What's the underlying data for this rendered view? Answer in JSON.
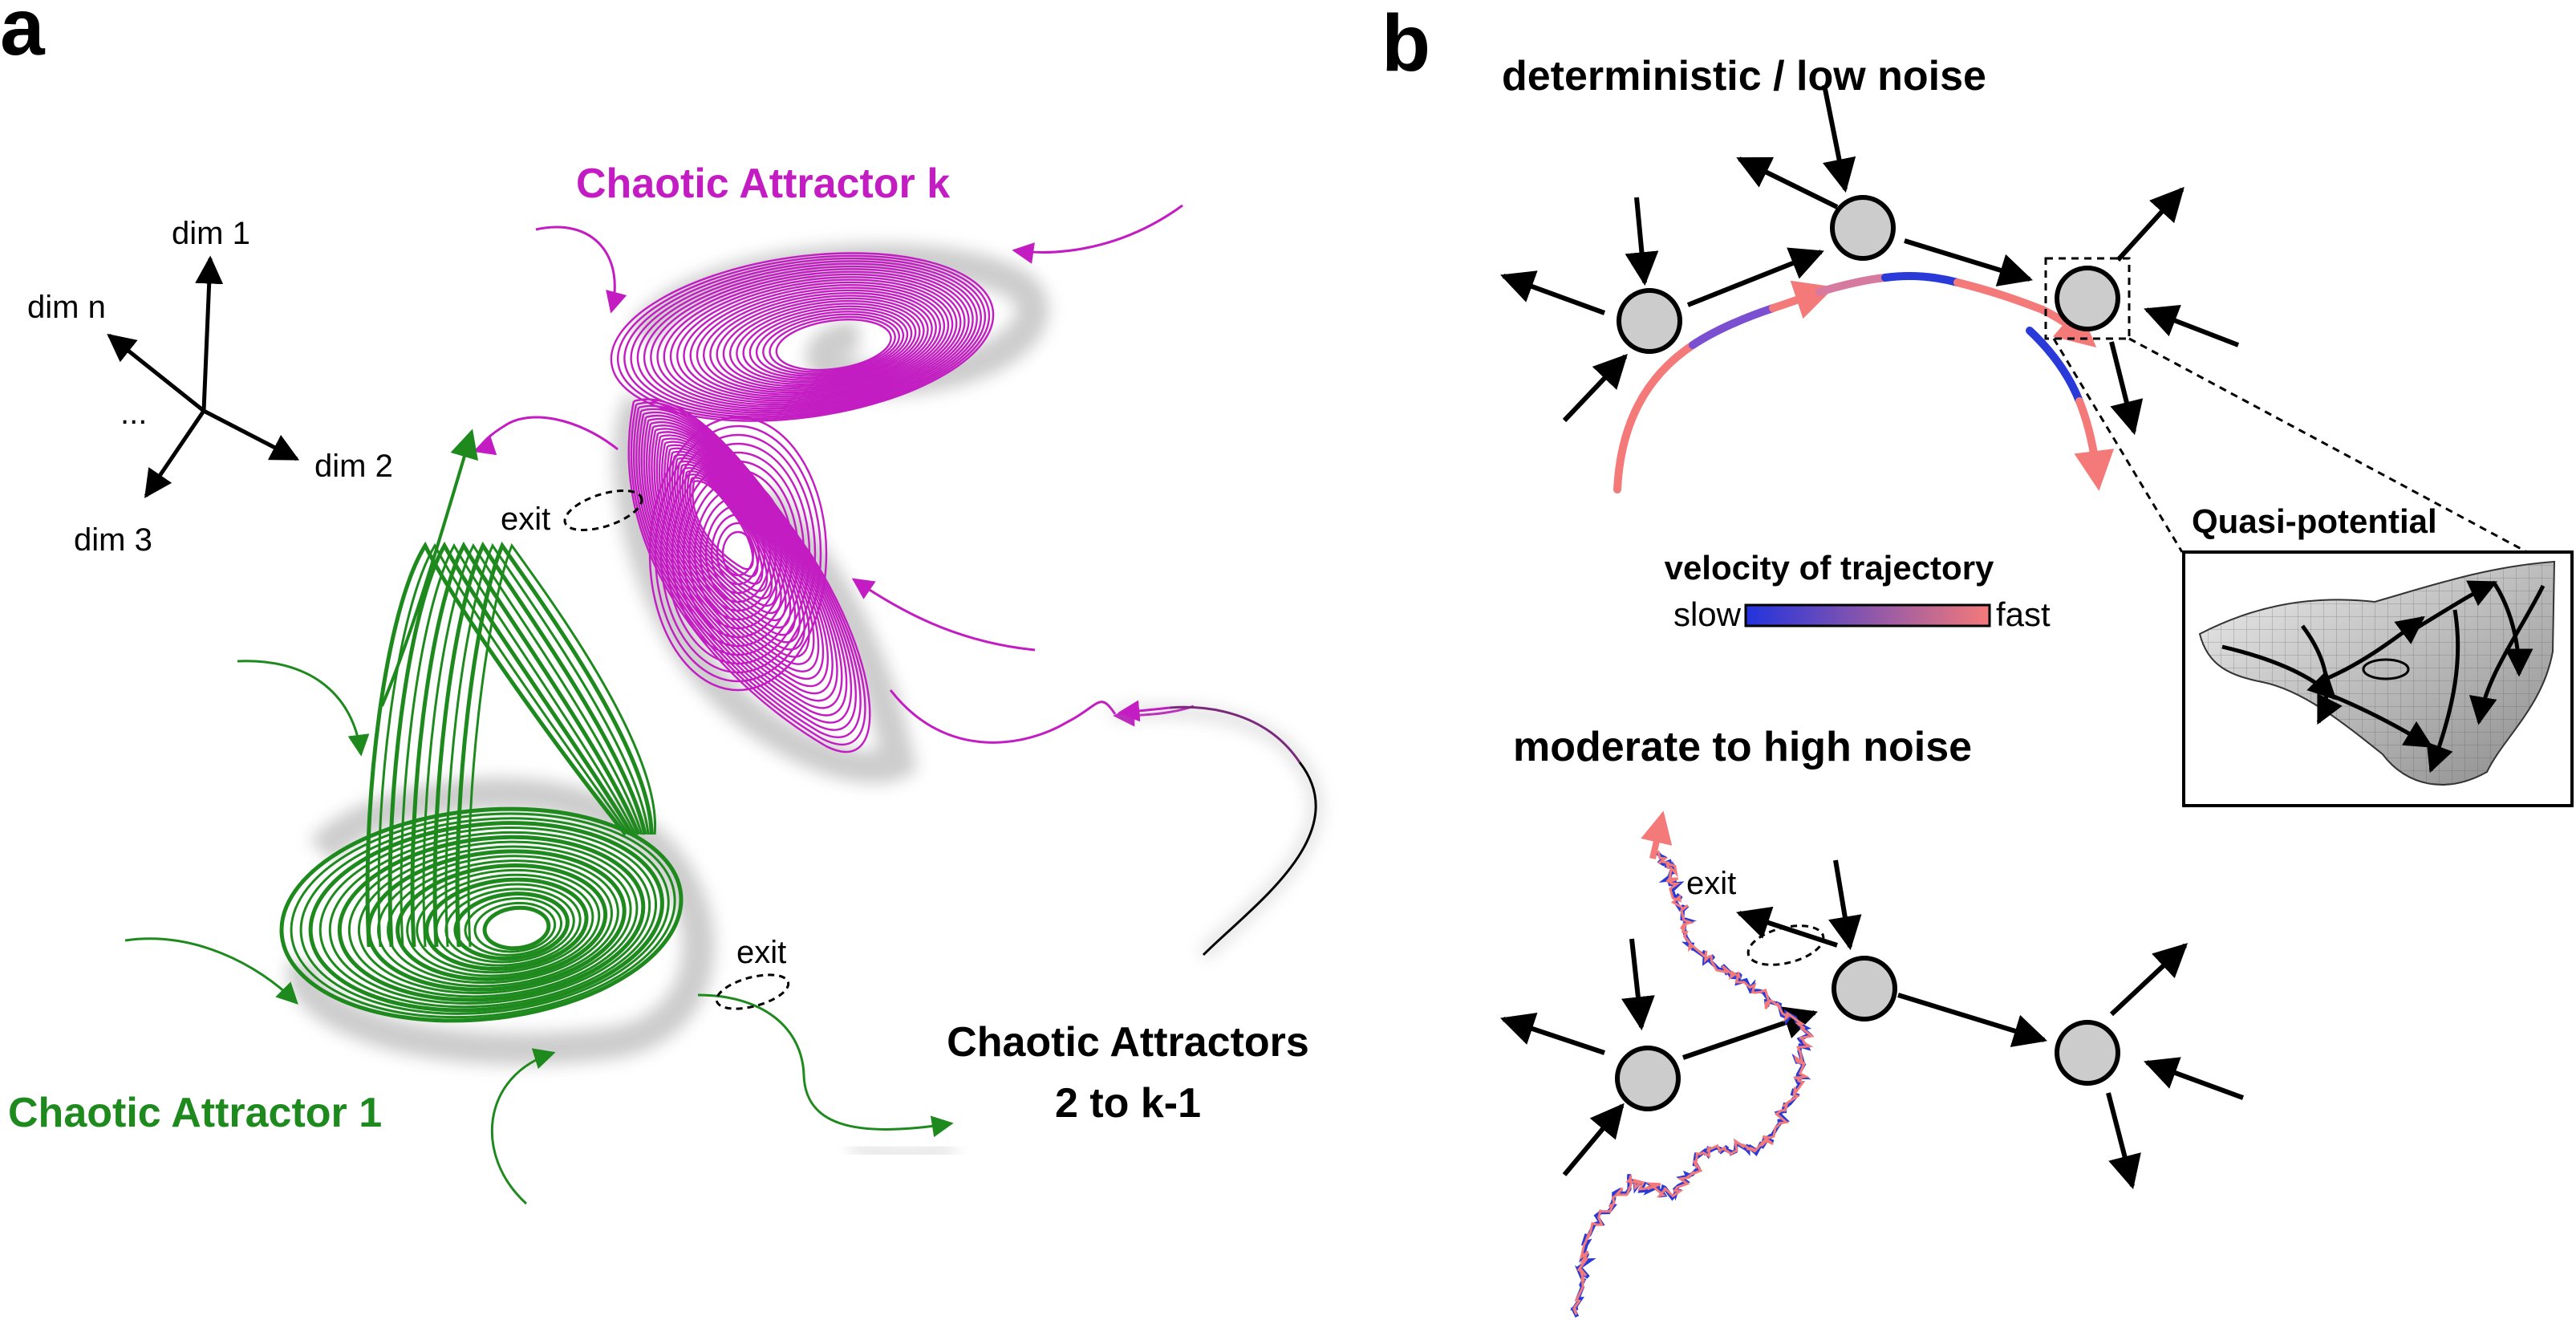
{
  "panels": {
    "a": "a",
    "b": "b"
  },
  "axes": {
    "dim1": "dim 1",
    "dimn": "dim n",
    "dots": "...",
    "dim2": "dim 2",
    "dim3": "dim 3"
  },
  "attractors": {
    "k": "Chaotic Attractor k",
    "one": "Chaotic Attractor 1",
    "middle_line1": "Chaotic Attractors",
    "middle_line2": "2 to k-1",
    "exit_k": "exit",
    "exit_1": "exit"
  },
  "panel_b": {
    "top_title": "deterministic / low noise",
    "bottom_title": "moderate to high noise",
    "legend_title": "velocity of trajectory",
    "legend_slow": "slow",
    "legend_fast": "fast",
    "quasi_potential": "Quasi-potential",
    "exit": "exit"
  },
  "colors": {
    "magenta": "#c21cc2",
    "green": "#1e8a1e",
    "slow": "#2233dd",
    "fast": "#f47a7a",
    "node_fill": "#cccccc"
  }
}
